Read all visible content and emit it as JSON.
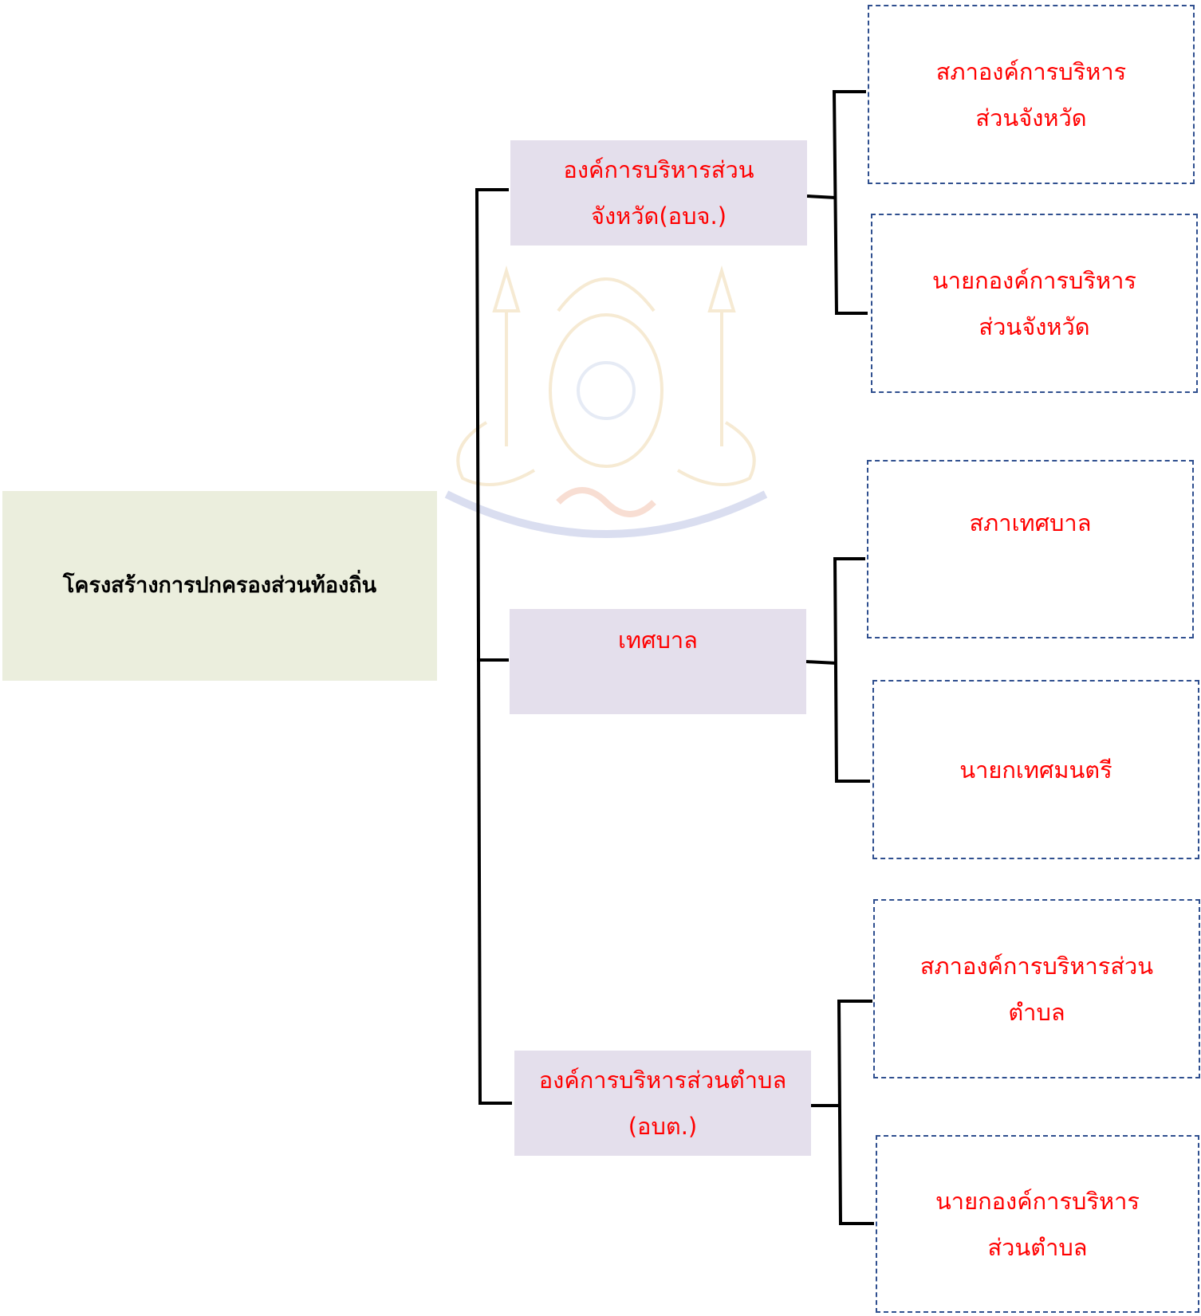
{
  "diagram": {
    "root": {
      "label": "โครงสร้างการปกครองส่วนท้องถิ่น"
    },
    "branches": [
      {
        "label": "องค์การบริหารส่วน\nจังหวัด(อบจ.)",
        "children": [
          {
            "label": "สภาองค์การบริหาร\nส่วนจังหวัด"
          },
          {
            "label": "นายกองค์การบริหาร\nส่วนจังหวัด"
          }
        ]
      },
      {
        "label": "เทศบาล",
        "children": [
          {
            "label": "สภาเทศบาล"
          },
          {
            "label": "นายกเทศมนตรี"
          }
        ]
      },
      {
        "label": "องค์การบริหารส่วนตำบล\n(อบต.)",
        "children": [
          {
            "label": "สภาองค์การบริหารส่วน\nตำบล"
          },
          {
            "label": "นายกองค์การบริหาร\nส่วนตำบล"
          }
        ]
      }
    ]
  },
  "colors": {
    "root_fill": "#ebeedd",
    "branch_fill": "#e4dfec",
    "node_text": "#ff0000",
    "root_text": "#000000",
    "leaf_border": "#2f4f8f",
    "connector": "#000000"
  },
  "watermark": {
    "icon": "university-seal-emblem"
  }
}
